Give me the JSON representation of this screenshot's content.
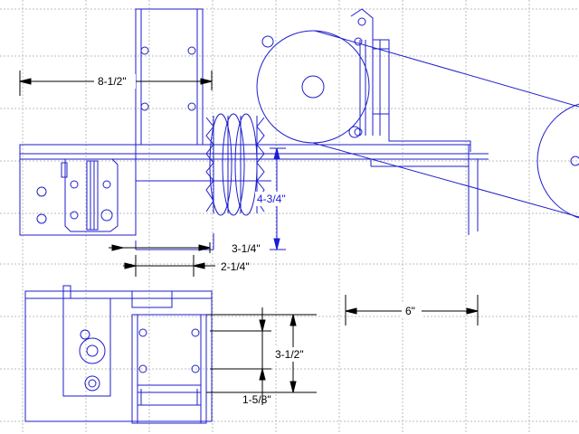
{
  "colors": {
    "background": "#ffffff",
    "grid": "#bdbdbd",
    "part_outline": "#1e1ecc",
    "dimension_black": "#000000",
    "dimension_blue": "#1a1adc"
  },
  "dimensions": {
    "width_8_5": "8-1/2\"",
    "height_4_75": "4-3/4\"",
    "width_3_25": "3-1/4\"",
    "width_2_25": "2-1/4\"",
    "width_6": "6\"",
    "height_3_5": "3-1/2\"",
    "height_1_625": "1-5/8\""
  }
}
